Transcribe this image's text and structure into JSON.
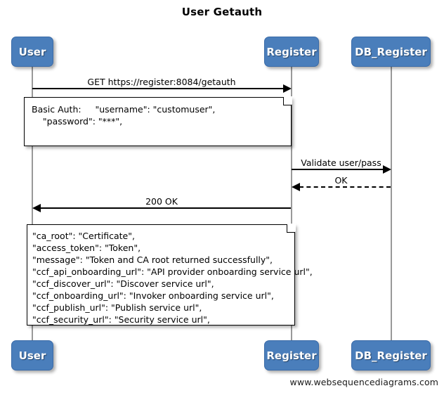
{
  "title": "User Getauth",
  "footer": "www.websequencediagrams.com",
  "colors": {
    "participant_fill": "#4a7ebb",
    "participant_text": "#ffffff",
    "lifeline": "#999999",
    "arrow": "#000000",
    "note_fill": "#ffffff",
    "note_border": "#000000",
    "background": "#ffffff"
  },
  "participants": [
    {
      "name": "User",
      "label": "User"
    },
    {
      "name": "Register",
      "label": "Register"
    },
    {
      "name": "DB_Register",
      "label": "DB_Register"
    }
  ],
  "messages": [
    {
      "label": "GET https://register:8084/getauth",
      "from": "User",
      "to": "Register",
      "style": "solid",
      "direction": "right"
    },
    {
      "label": "Validate user/pass",
      "from": "Register",
      "to": "DB_Register",
      "style": "solid",
      "direction": "right"
    },
    {
      "label": "OK",
      "from": "DB_Register",
      "to": "Register",
      "style": "dashed",
      "direction": "left"
    },
    {
      "label": "200 OK",
      "from": "Register",
      "to": "User",
      "style": "solid",
      "direction": "left"
    }
  ],
  "notes": [
    {
      "name": "basic-auth-note",
      "align": "center",
      "lines": [
        "Basic Auth:",
        "    \"username\": \"customuser\",",
        "    \"password\": \"***\","
      ]
    },
    {
      "name": "getauth-response-note",
      "align": "left",
      "lines": [
        "\"ca_root\": \"Certificate\",",
        "\"access_token\": \"Token\",",
        "\"message\": \"Token and CA root returned successfully\",",
        "\"ccf_api_onboarding_url\": \"API provider onboarding service url\",",
        "\"ccf_discover_url\": \"Discover service url\",",
        "\"ccf_onboarding_url\": \"Invoker onboarding service url\",",
        "\"ccf_publish_url\": \"Publish service url\",",
        "\"ccf_security_url\": \"Security service url\","
      ]
    }
  ]
}
